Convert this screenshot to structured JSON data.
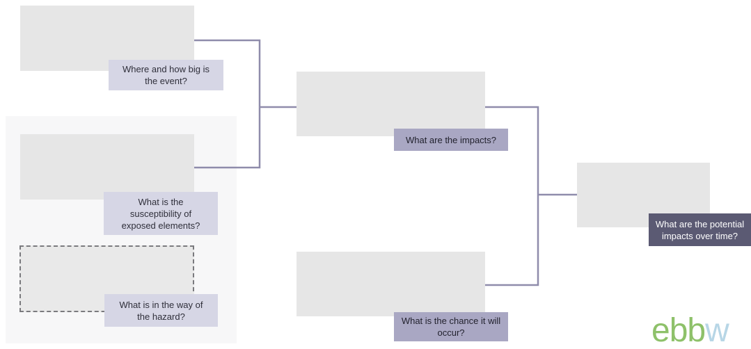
{
  "nodes": {
    "event": {
      "label": "Where and how big is\nthe event?"
    },
    "susceptibility": {
      "label": "What is the\nsusceptibility of\nexposed elements?"
    },
    "in_the_way": {
      "label": "What is in the way of\nthe hazard?"
    },
    "impacts": {
      "label": "What are the impacts?"
    },
    "chance": {
      "label": "What is the chance it will\noccur?"
    },
    "potential": {
      "label": "What are the potential\nimpacts over time?"
    }
  },
  "logo": {
    "text": "ebb",
    "tail": "w"
  },
  "colors": {
    "connector": "#8f8cab",
    "box": "#e6e6e6",
    "label_light": "#d6d6e5",
    "label_mid": "#a9a7c3",
    "label_dark": "#5b5a73"
  }
}
